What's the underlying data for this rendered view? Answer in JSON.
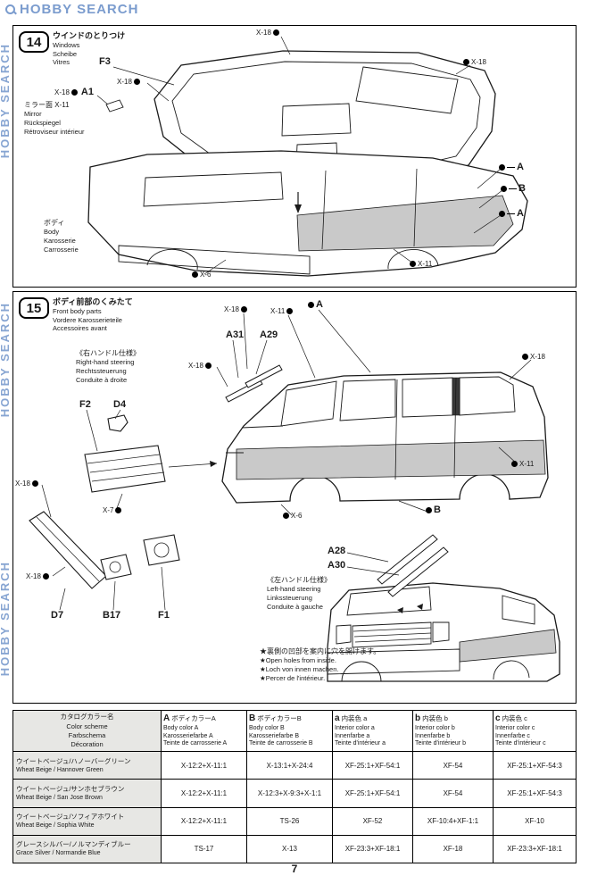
{
  "watermark": {
    "brand": "HOBBY SEARCH"
  },
  "page_number": "7",
  "step14": {
    "number": "14",
    "title": {
      "ja": "ウインドのとりつけ",
      "en": "Windows",
      "de": "Scheibe",
      "fr": "Vitres"
    },
    "mirror_note": {
      "ja": "ミラー面 X-11",
      "en": "Mirror",
      "de": "Rückspiegel",
      "fr": "Rétroviseur intérieur"
    },
    "body_note": {
      "ja": "ボディ",
      "en": "Body",
      "de": "Karosserie",
      "fr": "Carrosserie"
    },
    "labels": {
      "f3": "F3",
      "a1": "A1",
      "x18": "X-18",
      "x11": "X-11",
      "x6": "X-6",
      "a": "A",
      "b": "B"
    }
  },
  "step15": {
    "number": "15",
    "title": {
      "ja": "ボディ前部のくみたて",
      "en": "Front body parts",
      "de": "Vordere Karosserieteile",
      "fr": "Accessoires avant"
    },
    "right_hand": {
      "ja": "《右ハンドル仕様》",
      "en": "Right-hand steering",
      "de": "Rechtssteuerung",
      "fr": "Conduite à droite"
    },
    "left_hand": {
      "ja": "《左ハンドル仕様》",
      "en": "Left-hand steering",
      "de": "Linkssteuerung",
      "fr": "Conduite à gauche"
    },
    "hole_note": {
      "ja": "★裏側の凹部を案内に穴を開けます。",
      "en": "★Open holes from inside.",
      "de": "★Loch von innen machen.",
      "fr": "★Percer de l'intérieur."
    },
    "labels": {
      "a31": "A31",
      "a29": "A29",
      "a28": "A28",
      "a30": "A30",
      "f2": "F2",
      "d4": "D4",
      "d7": "D7",
      "b17": "B17",
      "f1": "F1",
      "x18": "X-18",
      "x11": "X-11",
      "x7": "X-7",
      "x6": "X-6",
      "a": "A",
      "b": "B"
    }
  },
  "color_table": {
    "scheme_header": {
      "ja": "カタログカラー名",
      "en": "Color scheme",
      "de": "Farbschema",
      "fr": "Décoration"
    },
    "columns": [
      {
        "key": "A",
        "ja": "ボディカラーA",
        "en": "Body color A",
        "de": "Karosseriefarbe A",
        "fr": "Teinte de carrosserie A"
      },
      {
        "key": "B",
        "ja": "ボディカラーB",
        "en": "Body color B",
        "de": "Karosseriefarbe B",
        "fr": "Teinte de carrosserie B"
      },
      {
        "key": "a",
        "ja": "内装色 a",
        "en": "Interior color a",
        "de": "Innenfarbe a",
        "fr": "Teinte d'intérieur a"
      },
      {
        "key": "b",
        "ja": "内装色 b",
        "en": "Interior color b",
        "de": "Innenfarbe b",
        "fr": "Teinte d'intérieur b"
      },
      {
        "key": "c",
        "ja": "内装色 c",
        "en": "Interior color c",
        "de": "Innenfarbe c",
        "fr": "Teinte d'intérieur c"
      }
    ],
    "rows": [
      {
        "name_ja": "ウイートベージュ/ハノーバーグリーン",
        "name_en": "Wheat Beige / Hannover Green",
        "A": "X-12:2+X-11:1",
        "B": "X-13:1+X-24:4",
        "a": "XF-25:1+XF-54:1",
        "b": "XF-54",
        "c": "XF-25:1+XF-54:3"
      },
      {
        "name_ja": "ウイートベージュ/サンホセブラウン",
        "name_en": "Wheat Beige / San Jose Brown",
        "A": "X-12:2+X-11:1",
        "B": "X-12:3+X-9:3+X-1:1",
        "a": "XF-25:1+XF-54:1",
        "b": "XF-54",
        "c": "XF-25:1+XF-54:3"
      },
      {
        "name_ja": "ウイートベージュ/ソフィアホワイト",
        "name_en": "Wheat Beige / Sophia White",
        "A": "X-12:2+X-11:1",
        "B": "TS-26",
        "a": "XF-52",
        "b": "XF-10:4+XF-1:1",
        "c": "XF-10"
      },
      {
        "name_ja": "グレースシルバー/ノルマンディブルー",
        "name_en": "Grace Silver / Normandie Blue",
        "A": "TS-17",
        "B": "X-13",
        "a": "XF-23:3+XF-18:1",
        "b": "XF-18",
        "c": "XF-23:3+XF-18:1"
      }
    ]
  },
  "colors": {
    "watermark_blue": "#7b9cce",
    "panel_gray": "#c9c9c9"
  }
}
